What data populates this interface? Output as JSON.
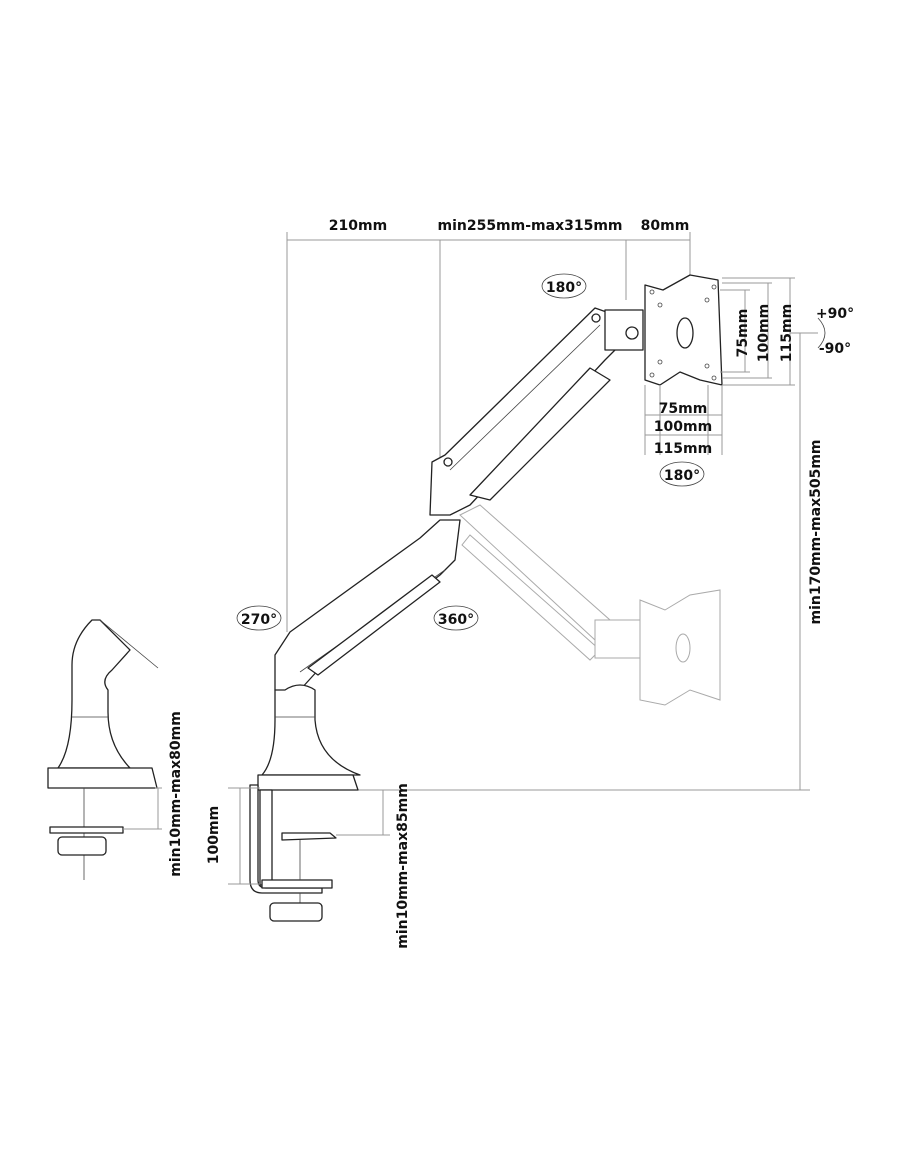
{
  "top_dimensions": {
    "base_to_joint": "210mm",
    "arm_length": "min255mm-max315mm",
    "head_offset": "80mm"
  },
  "rotations": {
    "head_swivel": "180°",
    "plate_rotation": "180°",
    "base_rotation": "270°",
    "arm_rotation": "360°",
    "tilt_up": "+90°",
    "tilt_down": "-90°"
  },
  "vesa": {
    "vertical": [
      "75mm",
      "100mm",
      "115mm"
    ],
    "horizontal": [
      "75mm",
      "100mm",
      "115mm"
    ]
  },
  "height_range": "min170mm-max505mm",
  "grommet_thickness": "min10mm-max80mm",
  "clamp_height": "100mm",
  "clamp_thickness": "min10mm-max85mm"
}
